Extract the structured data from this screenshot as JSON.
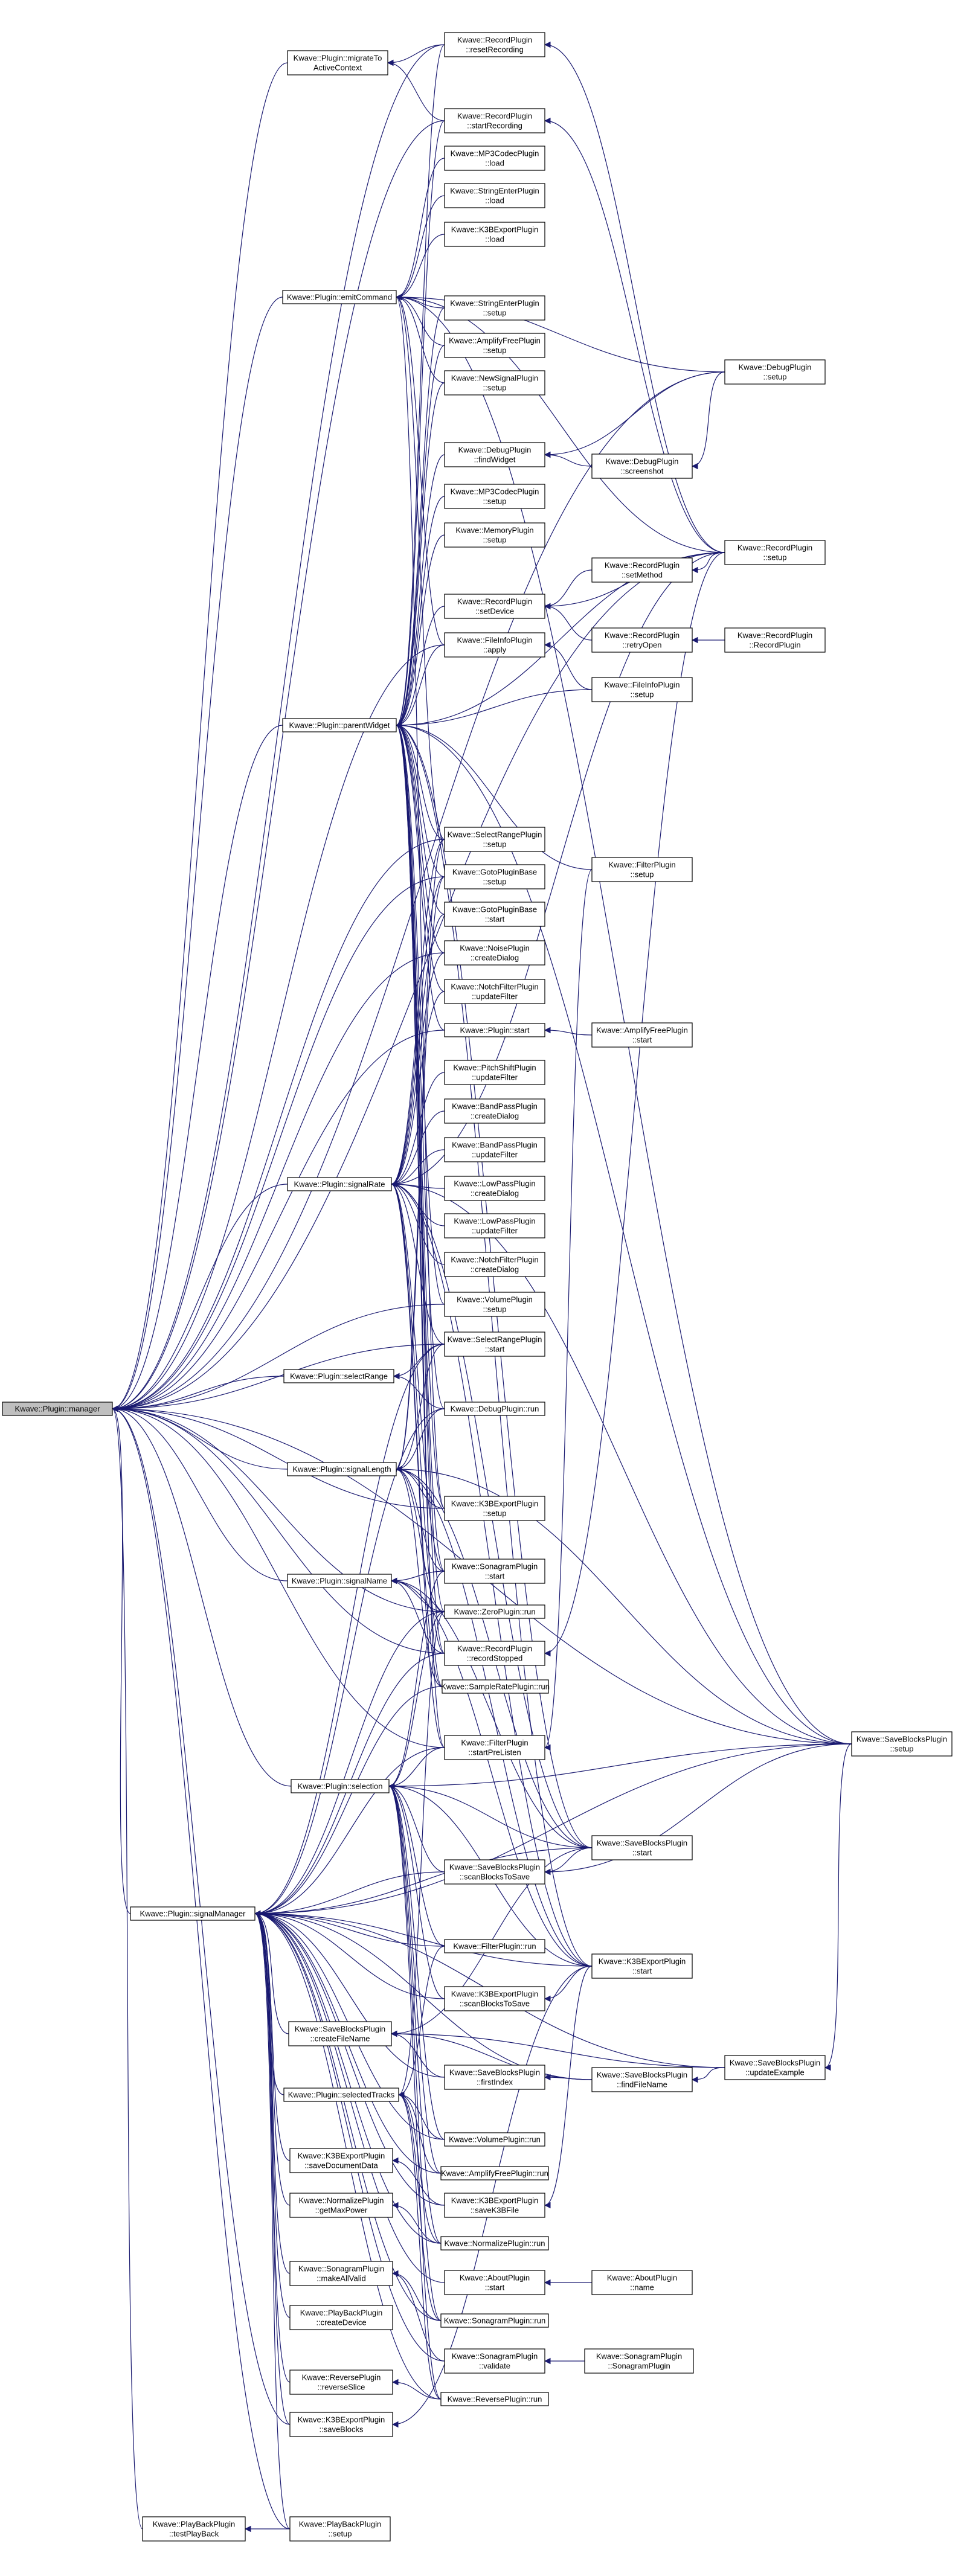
{
  "diagram": {
    "type": "call-graph",
    "root": "manager",
    "nodes": [
      {
        "id": "manager",
        "lines": [
          "Kwave::Plugin::manager"
        ],
        "highlight": true
      },
      {
        "id": "migrate",
        "lines": [
          "Kwave::Plugin::migrateTo",
          "ActiveContext"
        ]
      },
      {
        "id": "emitCommand",
        "lines": [
          "Kwave::Plugin::emitCommand"
        ]
      },
      {
        "id": "parentWidget",
        "lines": [
          "Kwave::Plugin::parentWidget"
        ]
      },
      {
        "id": "signalRate",
        "lines": [
          "Kwave::Plugin::signalRate"
        ]
      },
      {
        "id": "selectRange",
        "lines": [
          "Kwave::Plugin::selectRange"
        ]
      },
      {
        "id": "signalLength",
        "lines": [
          "Kwave::Plugin::signalLength"
        ]
      },
      {
        "id": "signalName",
        "lines": [
          "Kwave::Plugin::signalName"
        ]
      },
      {
        "id": "selection",
        "lines": [
          "Kwave::Plugin::selection"
        ]
      },
      {
        "id": "signalManager",
        "lines": [
          "Kwave::Plugin::signalManager"
        ]
      },
      {
        "id": "createFileName",
        "lines": [
          "Kwave::SaveBlocksPlugin",
          "::createFileName"
        ]
      },
      {
        "id": "selectedTracks",
        "lines": [
          "Kwave::Plugin::selectedTracks"
        ]
      },
      {
        "id": "saveDocumentData",
        "lines": [
          "Kwave::K3BExportPlugin",
          "::saveDocumentData"
        ]
      },
      {
        "id": "getMaxPower",
        "lines": [
          "Kwave::NormalizePlugin",
          "::getMaxPower"
        ]
      },
      {
        "id": "makeAllValid",
        "lines": [
          "Kwave::SonagramPlugin",
          "::makeAllValid"
        ]
      },
      {
        "id": "createDevice",
        "lines": [
          "Kwave::PlayBackPlugin",
          "::createDevice"
        ]
      },
      {
        "id": "reverseSlice",
        "lines": [
          "Kwave::ReversePlugin",
          "::reverseSlice"
        ]
      },
      {
        "id": "saveBlocks",
        "lines": [
          "Kwave::K3BExportPlugin",
          "::saveBlocks"
        ]
      },
      {
        "id": "testPlayBack",
        "lines": [
          "Kwave::PlayBackPlugin",
          "::testPlayBack"
        ]
      },
      {
        "id": "pbSetup",
        "lines": [
          "Kwave::PlayBackPlugin",
          "::setup"
        ]
      },
      {
        "id": "resetRecording",
        "lines": [
          "Kwave::RecordPlugin",
          "::resetRecording"
        ]
      },
      {
        "id": "startRecording",
        "lines": [
          "Kwave::RecordPlugin",
          "::startRecording"
        ]
      },
      {
        "id": "mp3Load",
        "lines": [
          "Kwave::MP3CodecPlugin",
          "::load"
        ]
      },
      {
        "id": "strLoad",
        "lines": [
          "Kwave::StringEnterPlugin",
          "::load"
        ]
      },
      {
        "id": "k3bLoad",
        "lines": [
          "Kwave::K3BExportPlugin",
          "::load"
        ]
      },
      {
        "id": "strSetup",
        "lines": [
          "Kwave::StringEnterPlugin",
          "::setup"
        ]
      },
      {
        "id": "ampSetup",
        "lines": [
          "Kwave::AmplifyFreePlugin",
          "::setup"
        ]
      },
      {
        "id": "newSigSetup",
        "lines": [
          "Kwave::NewSignalPlugin",
          "::setup"
        ]
      },
      {
        "id": "findWidget",
        "lines": [
          "Kwave::DebugPlugin",
          "::findWidget"
        ]
      },
      {
        "id": "mp3Setup",
        "lines": [
          "Kwave::MP3CodecPlugin",
          "::setup"
        ]
      },
      {
        "id": "memSetup",
        "lines": [
          "Kwave::MemoryPlugin",
          "::setup"
        ]
      },
      {
        "id": "setDevice",
        "lines": [
          "Kwave::RecordPlugin",
          "::setDevice"
        ]
      },
      {
        "id": "fiApply",
        "lines": [
          "Kwave::FileInfoPlugin",
          "::apply"
        ]
      },
      {
        "id": "srSetup",
        "lines": [
          "Kwave::SelectRangePlugin",
          "::setup"
        ]
      },
      {
        "id": "gotoSetup",
        "lines": [
          "Kwave::GotoPluginBase",
          "::setup"
        ]
      },
      {
        "id": "gotoStart",
        "lines": [
          "Kwave::GotoPluginBase",
          "::start"
        ]
      },
      {
        "id": "noiseDlg",
        "lines": [
          "Kwave::NoisePlugin",
          "::createDialog"
        ]
      },
      {
        "id": "notchUpd",
        "lines": [
          "Kwave::NotchFilterPlugin",
          "::updateFilter"
        ]
      },
      {
        "id": "pluginStart",
        "lines": [
          "Kwave::Plugin::start"
        ]
      },
      {
        "id": "pitchUpd",
        "lines": [
          "Kwave::PitchShiftPlugin",
          "::updateFilter"
        ]
      },
      {
        "id": "bpDlg",
        "lines": [
          "Kwave::BandPassPlugin",
          "::createDialog"
        ]
      },
      {
        "id": "bpUpd",
        "lines": [
          "Kwave::BandPassPlugin",
          "::updateFilter"
        ]
      },
      {
        "id": "lpDlg",
        "lines": [
          "Kwave::LowPassPlugin",
          "::createDialog"
        ]
      },
      {
        "id": "lpUpd",
        "lines": [
          "Kwave::LowPassPlugin",
          "::updateFilter"
        ]
      },
      {
        "id": "notchDlg",
        "lines": [
          "Kwave::NotchFilterPlugin",
          "::createDialog"
        ]
      },
      {
        "id": "volSetup",
        "lines": [
          "Kwave::VolumePlugin",
          "::setup"
        ]
      },
      {
        "id": "srStart",
        "lines": [
          "Kwave::SelectRangePlugin",
          "::start"
        ]
      },
      {
        "id": "debugRun",
        "lines": [
          "Kwave::DebugPlugin::run"
        ]
      },
      {
        "id": "k3bSetup",
        "lines": [
          "Kwave::K3BExportPlugin",
          "::setup"
        ]
      },
      {
        "id": "sonStart",
        "lines": [
          "Kwave::SonagramPlugin",
          "::start"
        ]
      },
      {
        "id": "zeroRun",
        "lines": [
          "Kwave::ZeroPlugin::run"
        ]
      },
      {
        "id": "recStopped",
        "lines": [
          "Kwave::RecordPlugin",
          "::recordStopped"
        ]
      },
      {
        "id": "sampleRun",
        "lines": [
          "Kwave::SampleRatePlugin::run"
        ]
      },
      {
        "id": "startPre",
        "lines": [
          "Kwave::FilterPlugin",
          "::startPreListen"
        ]
      },
      {
        "id": "scanSave",
        "lines": [
          "Kwave::SaveBlocksPlugin",
          "::scanBlocksToSave"
        ]
      },
      {
        "id": "filterRun",
        "lines": [
          "Kwave::FilterPlugin::run"
        ]
      },
      {
        "id": "k3bScan",
        "lines": [
          "Kwave::K3BExportPlugin",
          "::scanBlocksToSave"
        ]
      },
      {
        "id": "firstIndex",
        "lines": [
          "Kwave::SaveBlocksPlugin",
          "::firstIndex"
        ]
      },
      {
        "id": "volRun",
        "lines": [
          "Kwave::VolumePlugin::run"
        ]
      },
      {
        "id": "ampRun",
        "lines": [
          "Kwave::AmplifyFreePlugin::run"
        ]
      },
      {
        "id": "saveK3B",
        "lines": [
          "Kwave::K3BExportPlugin",
          "::saveK3BFile"
        ]
      },
      {
        "id": "normRun",
        "lines": [
          "Kwave::NormalizePlugin::run"
        ]
      },
      {
        "id": "aboutStart",
        "lines": [
          "Kwave::AboutPlugin",
          "::start"
        ]
      },
      {
        "id": "sonRun",
        "lines": [
          "Kwave::SonagramPlugin::run"
        ]
      },
      {
        "id": "sonValidate",
        "lines": [
          "Kwave::SonagramPlugin",
          "::validate"
        ]
      },
      {
        "id": "revRun",
        "lines": [
          "Kwave::ReversePlugin::run"
        ]
      },
      {
        "id": "screenshot",
        "lines": [
          "Kwave::DebugPlugin",
          "::screenshot"
        ]
      },
      {
        "id": "setMethod",
        "lines": [
          "Kwave::RecordPlugin",
          "::setMethod"
        ]
      },
      {
        "id": "retryOpen",
        "lines": [
          "Kwave::RecordPlugin",
          "::retryOpen"
        ]
      },
      {
        "id": "fiSetup",
        "lines": [
          "Kwave::FileInfoPlugin",
          "::setup"
        ]
      },
      {
        "id": "filterSetup",
        "lines": [
          "Kwave::FilterPlugin",
          "::setup"
        ]
      },
      {
        "id": "ampStart",
        "lines": [
          "Kwave::AmplifyFreePlugin",
          "::start"
        ]
      },
      {
        "id": "sbStart",
        "lines": [
          "Kwave::SaveBlocksPlugin",
          "::start"
        ]
      },
      {
        "id": "k3bStart",
        "lines": [
          "Kwave::K3BExportPlugin",
          "::start"
        ]
      },
      {
        "id": "findFile",
        "lines": [
          "Kwave::SaveBlocksPlugin",
          "::findFileName"
        ]
      },
      {
        "id": "aboutName",
        "lines": [
          "Kwave::AboutPlugin",
          "::name"
        ]
      },
      {
        "id": "sonCtor",
        "lines": [
          "Kwave::SonagramPlugin",
          "::SonagramPlugin"
        ]
      },
      {
        "id": "debugSetup",
        "lines": [
          "Kwave::DebugPlugin",
          "::setup"
        ]
      },
      {
        "id": "recSetup",
        "lines": [
          "Kwave::RecordPlugin",
          "::setup"
        ]
      },
      {
        "id": "recCtor",
        "lines": [
          "Kwave::RecordPlugin",
          "::RecordPlugin"
        ]
      },
      {
        "id": "updExample",
        "lines": [
          "Kwave::SaveBlocksPlugin",
          "::updateExample"
        ]
      },
      {
        "id": "sbSetup",
        "lines": [
          "Kwave::SaveBlocksPlugin",
          "::setup"
        ]
      }
    ]
  }
}
